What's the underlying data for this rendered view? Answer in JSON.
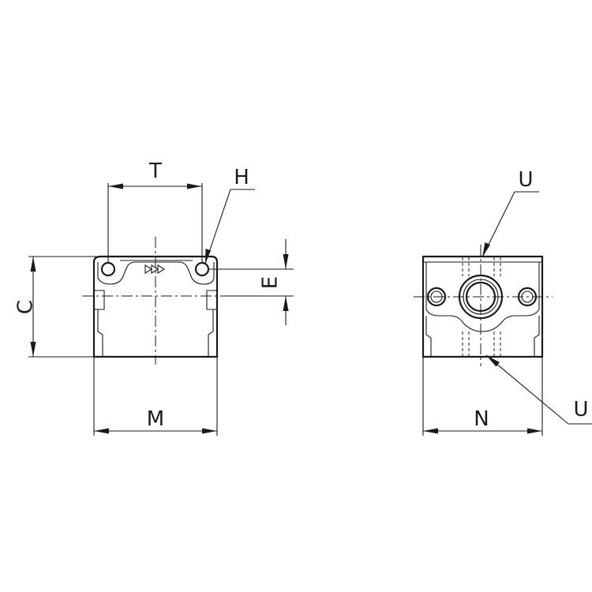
{
  "labels": {
    "t": "T",
    "h": "H",
    "c": "C",
    "e": "E",
    "m": "M",
    "u_top": "U",
    "u_bottom": "U",
    "n": "N"
  },
  "colors": {
    "line": "#1a1a1a",
    "background": "#ffffff"
  }
}
